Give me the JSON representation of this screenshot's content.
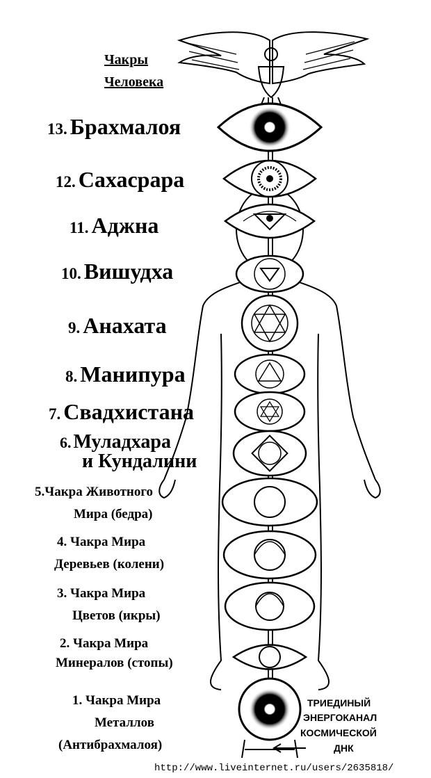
{
  "title": {
    "line1": "Чакры",
    "line2": "Человека"
  },
  "chakras": [
    {
      "num": "13.",
      "name": "Брахмалоя"
    },
    {
      "num": "12.",
      "name": "Сахасрара"
    },
    {
      "num": "11.",
      "name": "Аджна"
    },
    {
      "num": "10.",
      "name": "Вишудха"
    },
    {
      "num": "9.",
      "name": "Анахата"
    },
    {
      "num": "8.",
      "name": "Манипура"
    },
    {
      "num": "7.",
      "name": "Свадхистана"
    },
    {
      "num": "6.",
      "name": "Муладхара",
      "line2": "и Кундалини"
    },
    {
      "line1": "5.Чакра Животного",
      "line2": "Мира (бедра)"
    },
    {
      "line1": "4. Чакра Мира",
      "line2": "Деревьев (колени)"
    },
    {
      "line1": "3. Чакра Мира",
      "line2": "Цветов (икры)"
    },
    {
      "line1": "2. Чакра Мира",
      "line2": "Минералов (стопы)"
    },
    {
      "line1": "1. Чакра Мира",
      "line2": "Металлов",
      "line3": "(Антибрахмалоя)"
    }
  ],
  "channel_label": [
    "ТРИЕДИНЫЙ",
    "ЭНЕРГОКАНАЛ",
    "КОСМИЧЕСКОЙ",
    "ДНК"
  ],
  "footer_url": "http://www.liveinternet.ru/users/2635818/",
  "colors": {
    "ink": "#000000",
    "paper": "#ffffff"
  }
}
